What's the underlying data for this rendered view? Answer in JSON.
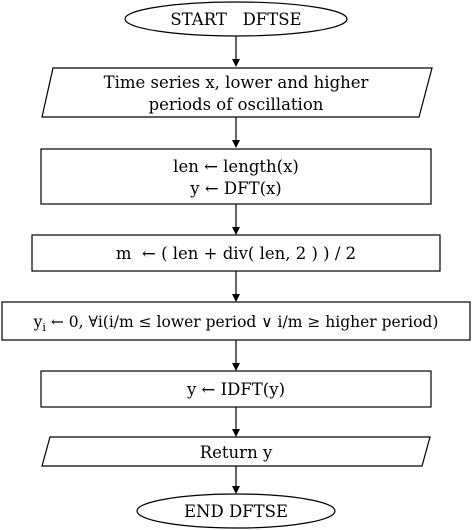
{
  "diagram": {
    "start": {
      "label": "START   DFTSE"
    },
    "input": {
      "line1": "Time series x, lower and higher",
      "line2": "periods of oscillation"
    },
    "compute_len": {
      "line1": "len ← length(x)",
      "line2": "y ← DFT(x)"
    },
    "compute_m": {
      "label": "m  ← ( len + div( len, 2 ) ) / 2"
    },
    "filter": {
      "var": "y",
      "subscript": "i",
      "rest": " ← 0, ∀i(i/m ≤ lower period ∨ i/m ≥ higher period)"
    },
    "inverse": {
      "label": "y ← IDFT(y)"
    },
    "output": {
      "label": "Return y"
    },
    "end": {
      "label": "END DFTSE"
    }
  }
}
